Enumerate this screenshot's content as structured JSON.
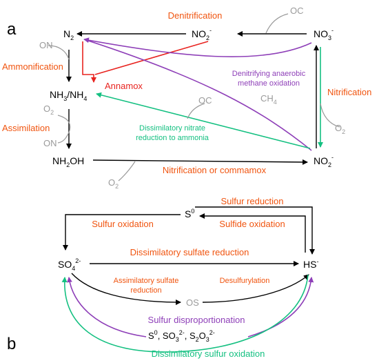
{
  "panels": {
    "a": "a",
    "b": "b"
  },
  "colors": {
    "black": "#000000",
    "orange": "#f0540f",
    "red": "#e8231f",
    "purple": "#8e3fb8",
    "green": "#14c081",
    "grey": "#9a9a9a"
  },
  "species": {
    "n2": {
      "base": "N",
      "sub": "2"
    },
    "no2_top": {
      "base": "NO",
      "sub": "2",
      "sup": "-"
    },
    "no3": {
      "base": "NO",
      "sub": "3",
      "sup": "-"
    },
    "nh3_nh4": {
      "a": "NH",
      "a_sub": "3",
      "b": "/NH",
      "b_sub": "4"
    },
    "nh2oh": {
      "a": "NH",
      "a_sub": "2",
      "b": "OH"
    },
    "no2_bottom": {
      "base": "NO",
      "sub": "2",
      "sup": "-"
    },
    "s0": {
      "base": "S",
      "sup": "0"
    },
    "so4": {
      "base": "SO",
      "sub": "4",
      "sup": "2-"
    },
    "hs": {
      "base": "HS",
      "sup": "-"
    },
    "os": "OS",
    "s_mix": {
      "s": "S",
      "s_sup": "0",
      "sep1": ", SO",
      "so3_sub": "3",
      "so3_sup": "2-",
      "sep2": ", S",
      "s2_sub": "2",
      "o3": "O",
      "o3_sub": "3",
      "o3_sup": "2-"
    }
  },
  "grey_labels": {
    "oc_top": "OC",
    "on_left": "ON",
    "o2_left": {
      "base": "O",
      "sub": "2"
    },
    "on_left2": "ON",
    "o2_bottom": {
      "base": "O",
      "sub": "2"
    },
    "oc_mid": "OC",
    "ch4": {
      "base": "CH",
      "sub": "4"
    },
    "o2_right": {
      "base": "O",
      "sub": "2"
    }
  },
  "process_labels": {
    "denitrification": "Denitrification",
    "ammonification": "Ammonification",
    "annamox": "Annamox",
    "assimilation": "Assimilation",
    "damo_line1": "Denitrifying anaerobic",
    "damo_line2": "methane oxidation",
    "nitrification": "Nitrification",
    "dnra_line1": "Dissimilatory nitrate",
    "dnra_line2": "reduction to ammonia",
    "nitrification_commamox": "Nitrification or commamox",
    "sulfur_reduction": "Sulfur reduction",
    "sulfur_oxidation": "Sulfur oxidation",
    "sulfide_oxidation": "Sulfide oxidation",
    "dissimilatory_sulfate_reduction": "Dissimilatory sulfate reduction",
    "assim_sulfate_line1": "Assimilatory sulfate",
    "assim_sulfate_line2": "reduction",
    "desulfurylation": "Desulfurylation",
    "sulfur_disproportionation": "Sulfur disproportionation",
    "dissimilatory_sulfur_oxidation": "Dissimilatory sulfur oxidation"
  }
}
